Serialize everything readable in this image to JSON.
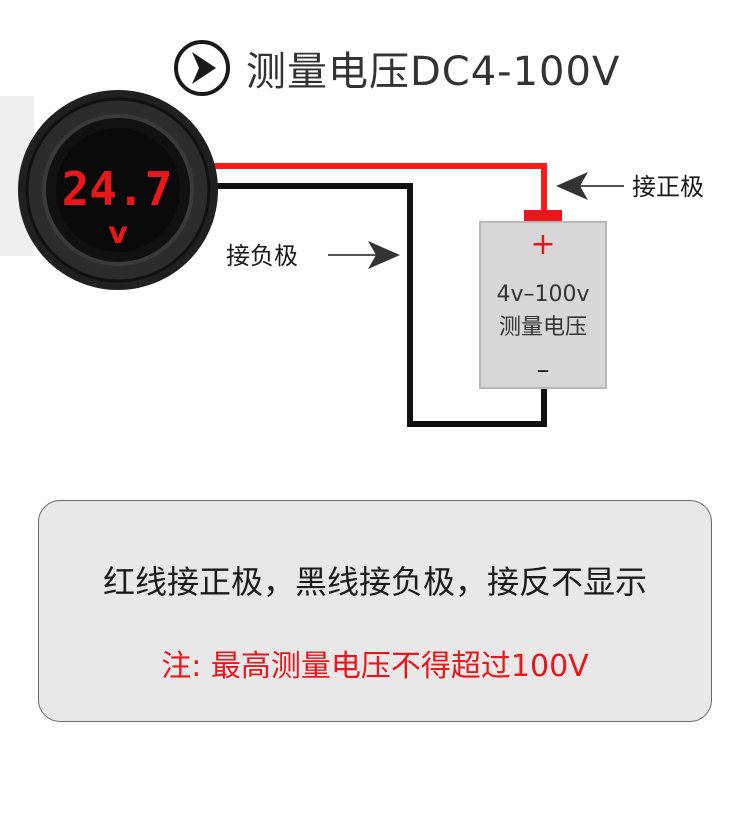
{
  "header": {
    "title": "测量电压DC4-100V",
    "icon": "play-circle-icon"
  },
  "meter": {
    "reading": "24.7",
    "unit": "v",
    "display_color": "#e8171b"
  },
  "labels": {
    "positive": "接正极",
    "negative": "接负极"
  },
  "battery": {
    "plus": "+",
    "range": "4v–100v",
    "caption": "测量电压",
    "minus": "–"
  },
  "wires": {
    "positive_color": "#ff1a1a",
    "negative_color": "#111111"
  },
  "note": {
    "line1": "红线接正极，黑线接负极，接反不显示",
    "line2": "注: 最高测量电压不得超过100V"
  }
}
